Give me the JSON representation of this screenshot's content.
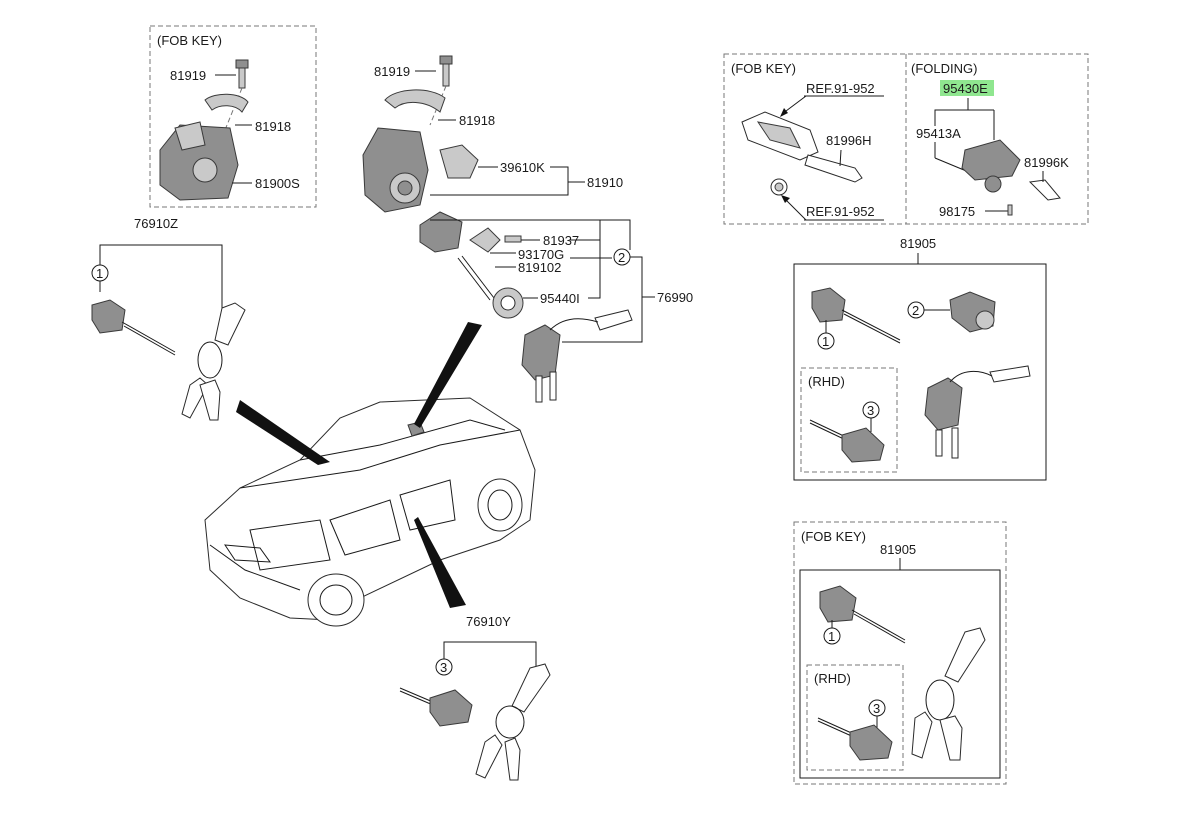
{
  "groups": {
    "fob_key_left": "(FOB KEY)",
    "fob_key_right": "(FOB KEY)",
    "folding": "(FOLDING)",
    "rhd_a": "(RHD)",
    "fob_key_bottom": "(FOB KEY)",
    "rhd_b": "(RHD)"
  },
  "parts": {
    "p81919_a": "81919",
    "p81918_a": "81918",
    "p81900S": "81900S",
    "p76910Z": "76910Z",
    "p81919_b": "81919",
    "p81918_b": "81918",
    "p39610K": "39610K",
    "p81910": "81910",
    "p81937": "81937",
    "p93170G": "93170G",
    "p819102": "819102",
    "p95440I": "95440I",
    "p76990": "76990",
    "p76910Y": "76910Y",
    "ref_a": "REF.91-952",
    "p81996H": "81996H",
    "ref_b": "REF.91-952",
    "p95430E": "95430E",
    "p95413A": "95413A",
    "p81996K": "81996K",
    "p98175": "98175",
    "p81905_a": "81905",
    "p81905_b": "81905"
  },
  "callouts": {
    "c1_left": "1",
    "c2_mid": "2",
    "c3_bottom": "3",
    "c1_set": "1",
    "c2_set": "2",
    "c3_set": "3",
    "c1_fob": "1",
    "c3_fob": "3"
  },
  "colors": {
    "highlight": "#8fe68f",
    "part_fill": "#8f8f8f",
    "line": "#1a1a1a"
  }
}
